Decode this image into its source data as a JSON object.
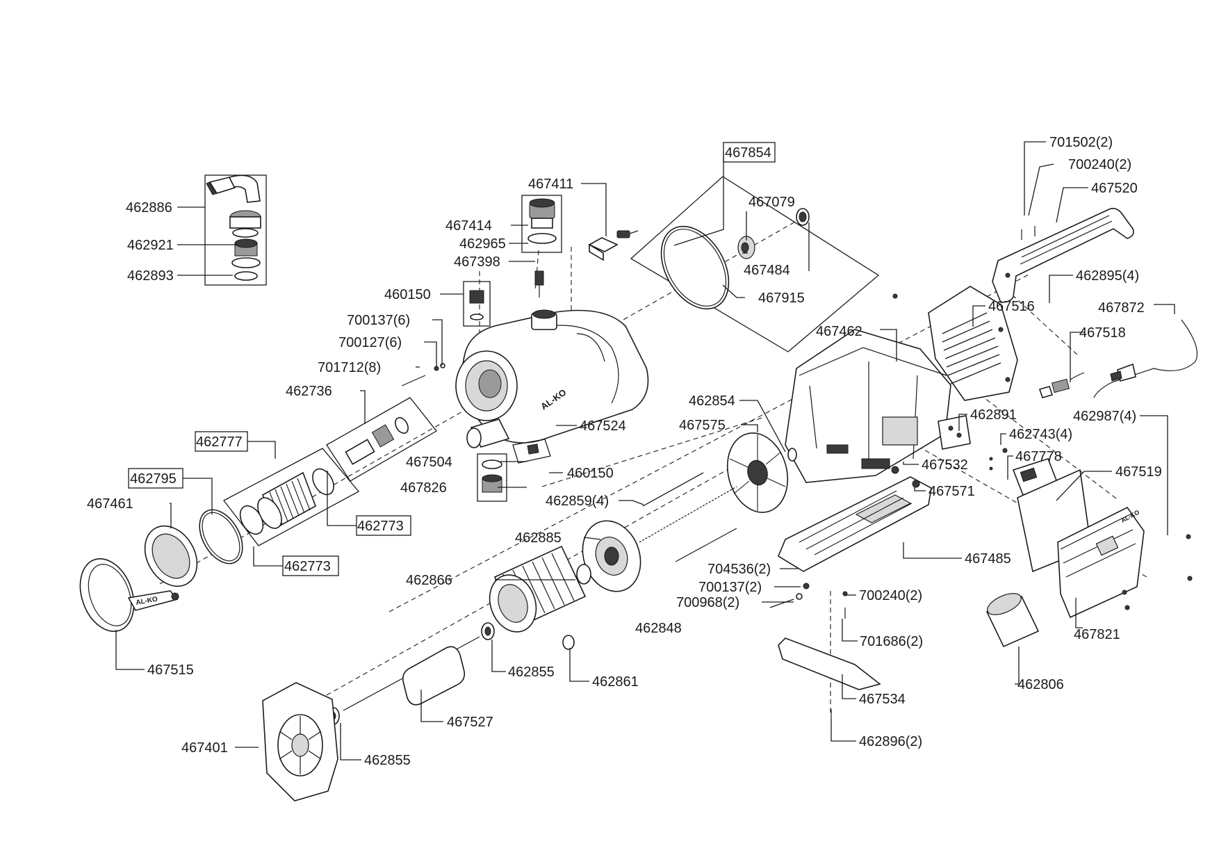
{
  "diagram": {
    "title": "",
    "labels": {
      "p462886": "462886",
      "p462921": "462921",
      "p462893": "462893",
      "p467411": "467411",
      "p467414": "467414",
      "p462965": "462965",
      "p467398": "467398",
      "p460150a": "460150",
      "p700137_6": "700137(6)",
      "p700127_6": "700127(6)",
      "p701712_8": "701712(8)",
      "p462736": "462736",
      "p462777": "462777",
      "p462795": "462795",
      "p467461": "467461",
      "p462773a": "462773",
      "p462773b": "462773",
      "p467515": "467515",
      "p467854": "467854",
      "p467079": "467079",
      "p467484": "467484",
      "p467915": "467915",
      "p467524": "467524",
      "p467504": "467504",
      "p467826": "467826",
      "p460150b": "460150",
      "p701502_2": "701502(2)",
      "p700240_2a": "700240(2)",
      "p467520": "467520",
      "p462895_4": "462895(4)",
      "p467516": "467516",
      "p467872": "467872",
      "p467518": "467518",
      "p467462": "467462",
      "p462854": "462854",
      "p467575": "467575",
      "p462891": "462891",
      "p462743_4": "462743(4)",
      "p462987_4": "462987(4)",
      "p467778": "467778",
      "p467519": "467519",
      "p467532": "467532",
      "p467571": "467571",
      "p462859_4": "462859(4)",
      "p462885": "462885",
      "p462866": "462866",
      "p462848": "462848",
      "p467485": "467485",
      "p704536_2": "704536(2)",
      "p700137_2": "700137(2)",
      "p700968_2": "700968(2)",
      "p700240_2b": "700240(2)",
      "p701686_2": "701686(2)",
      "p467821": "467821",
      "p462855a": "462855",
      "p462861": "462861",
      "p467527": "467527",
      "p467534": "467534",
      "p462806": "462806",
      "p467401": "467401",
      "p462855b": "462855",
      "p462896_2": "462896(2)"
    },
    "brand_marks": [
      "AL-KO",
      "AL-KO",
      "AL-KO"
    ]
  }
}
